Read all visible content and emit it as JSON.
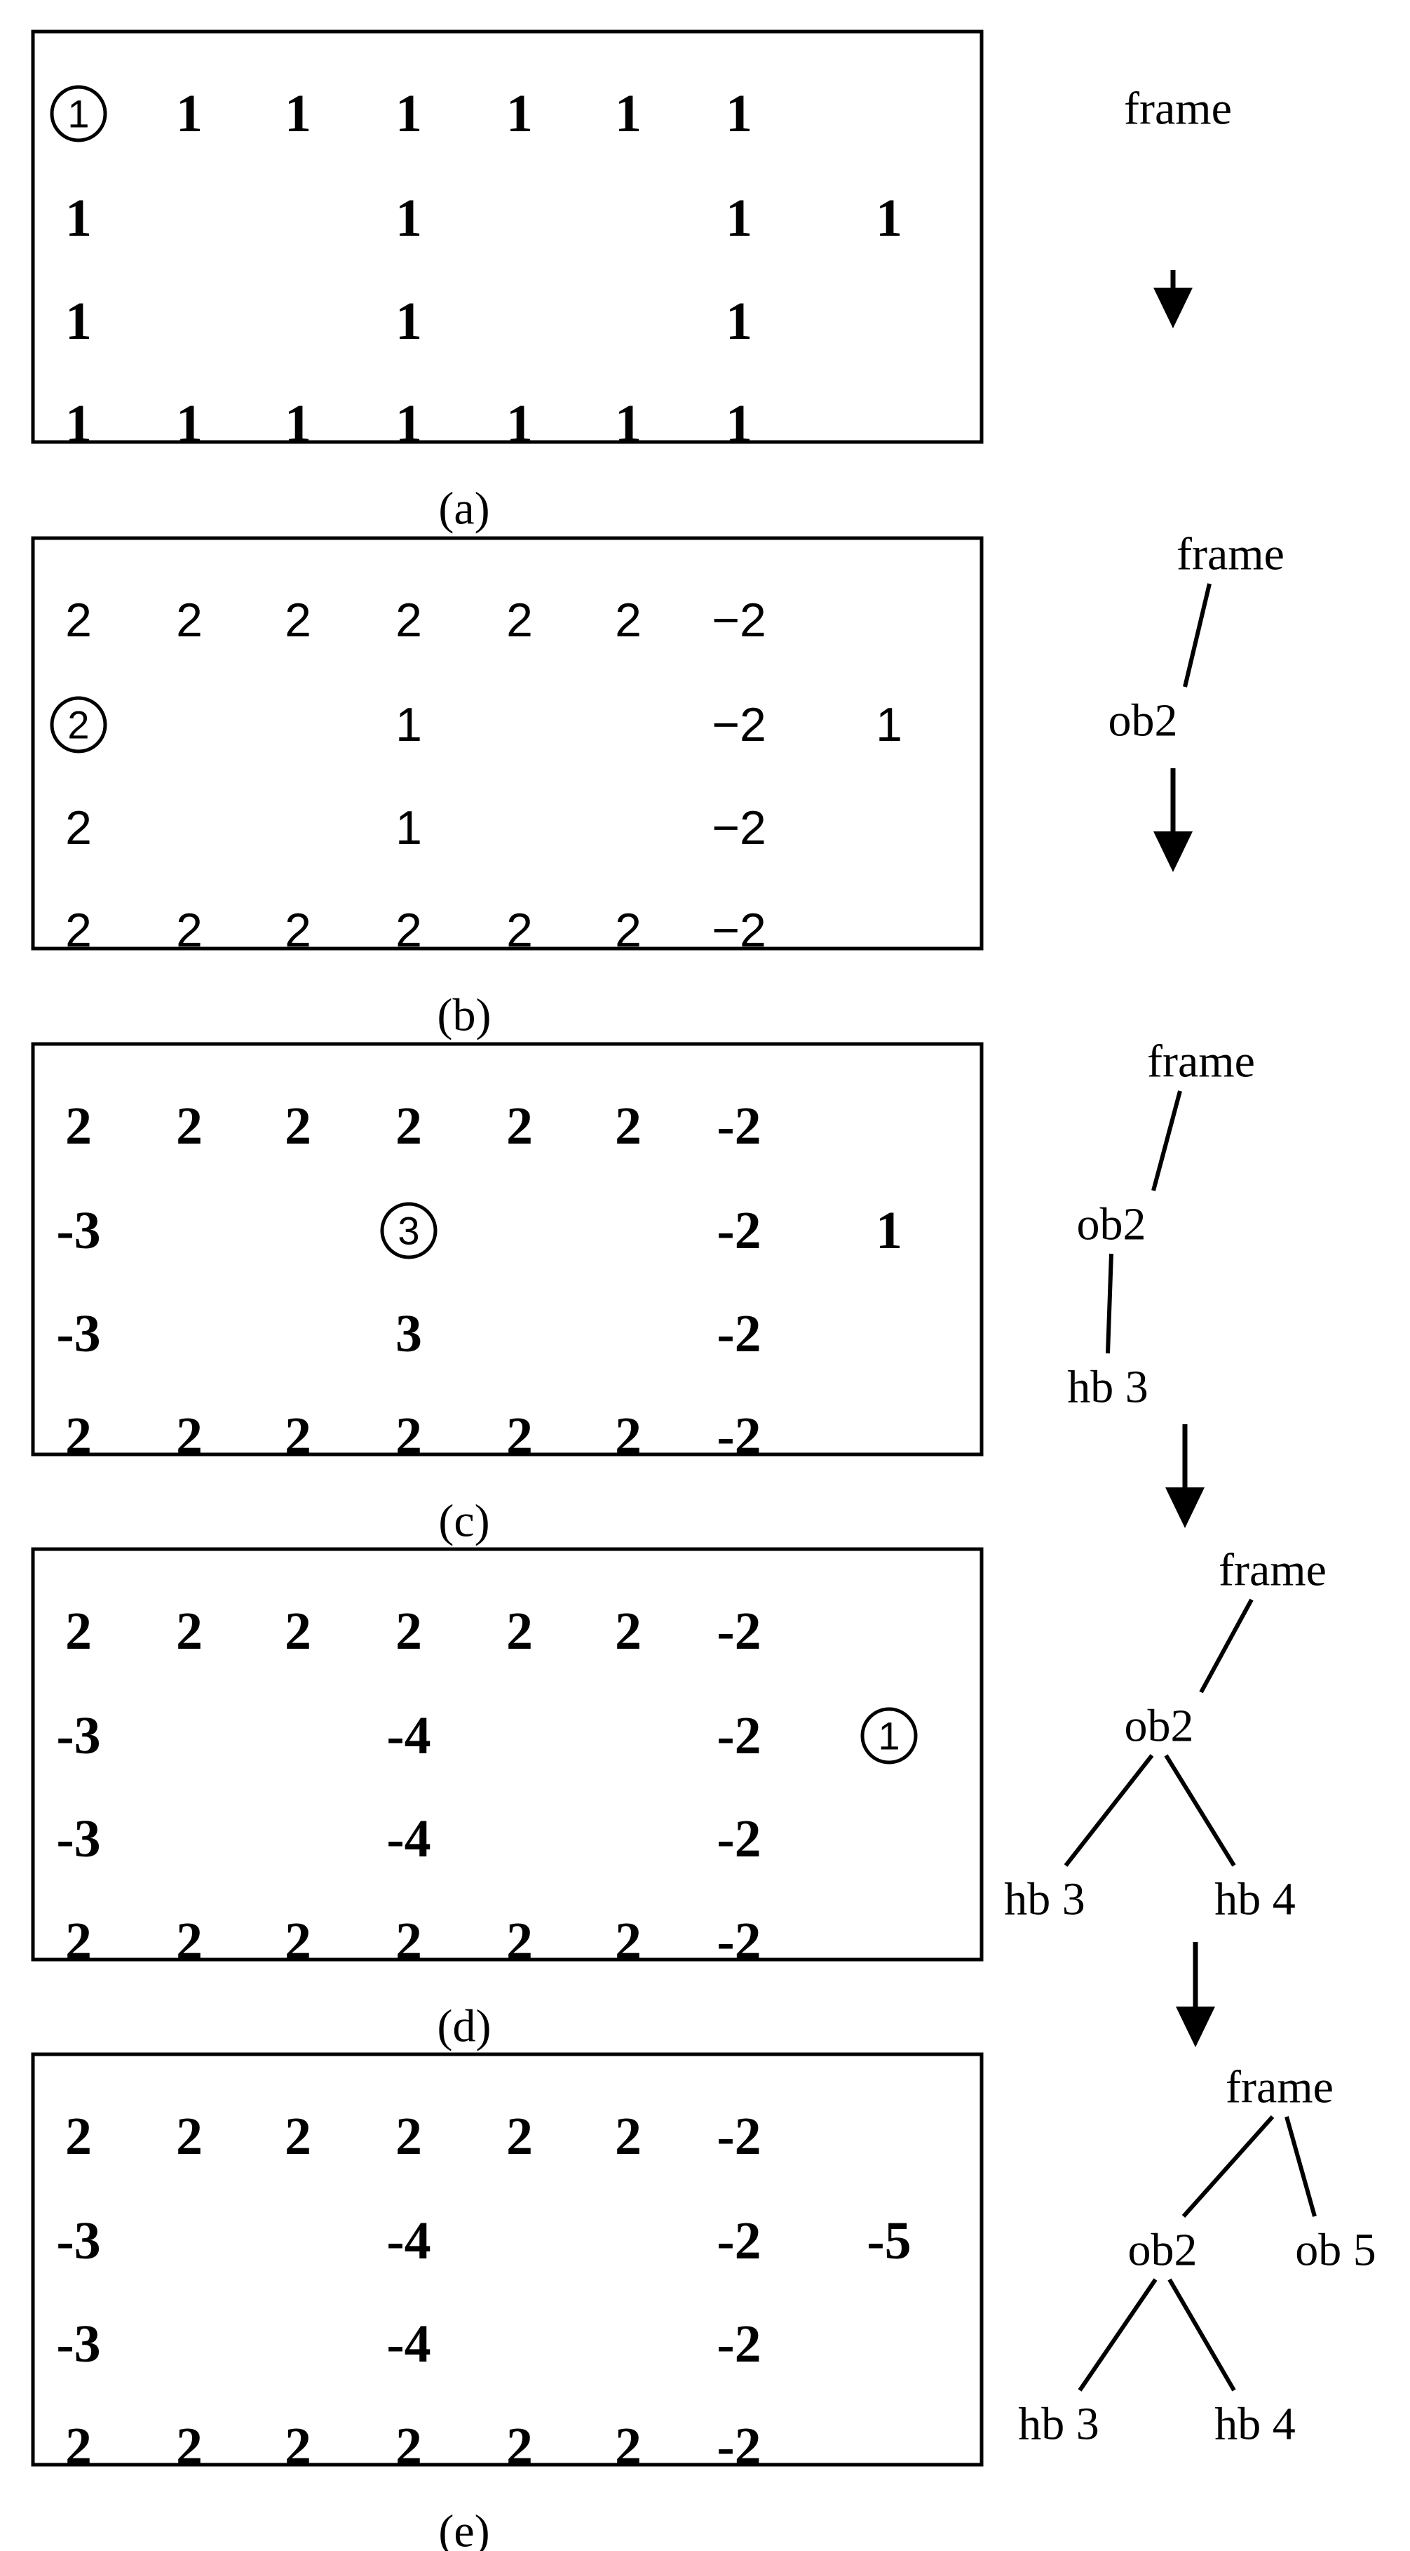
{
  "panels": [
    {
      "label": "(a)",
      "bold": true,
      "cells": [
        [
          {
            "t": "1",
            "circled": true
          },
          "1",
          "1",
          "1",
          "1",
          "1",
          "1",
          ""
        ],
        [
          "1",
          "",
          "",
          "1",
          "",
          "",
          "1",
          "1"
        ],
        [
          "1",
          "",
          "",
          "1",
          "",
          "",
          "1",
          ""
        ],
        [
          "1",
          "1",
          "1",
          "1",
          "1",
          "1",
          "1",
          ""
        ]
      ],
      "tree": {
        "nodes": [
          {
            "id": "frame",
            "label": "frame"
          }
        ],
        "edges": []
      }
    },
    {
      "label": "(b)",
      "bold": false,
      "cells": [
        [
          "2",
          "2",
          "2",
          "2",
          "2",
          "2",
          "−2",
          ""
        ],
        [
          {
            "t": "2",
            "circled": true
          },
          "",
          "",
          "1",
          "",
          "",
          "−2",
          "1"
        ],
        [
          "2",
          "",
          "",
          "1",
          "",
          "",
          "−2",
          ""
        ],
        [
          "2",
          "2",
          "2",
          "2",
          "2",
          "2",
          "−2",
          ""
        ]
      ],
      "tree": {
        "nodes": [
          {
            "id": "frame",
            "label": "frame"
          },
          {
            "id": "ob2",
            "label": "ob2"
          }
        ],
        "edges": [
          [
            "frame",
            "ob2"
          ]
        ]
      }
    },
    {
      "label": "(c)",
      "bold": true,
      "cells": [
        [
          "2",
          "2",
          "2",
          "2",
          "2",
          "2",
          "-2",
          ""
        ],
        [
          "-3",
          "",
          "",
          {
            "t": "3",
            "circled": true
          },
          "",
          "",
          "-2",
          "1"
        ],
        [
          "-3",
          "",
          "",
          "3",
          "",
          "",
          "-2",
          ""
        ],
        [
          "2",
          "2",
          "2",
          "2",
          "2",
          "2",
          "-2",
          ""
        ]
      ],
      "tree": {
        "nodes": [
          {
            "id": "frame",
            "label": "frame"
          },
          {
            "id": "ob2",
            "label": "ob2"
          },
          {
            "id": "hb3",
            "label": "hb 3"
          }
        ],
        "edges": [
          [
            "frame",
            "ob2"
          ],
          [
            "ob2",
            "hb3"
          ]
        ]
      }
    },
    {
      "label": "(d)",
      "bold": true,
      "cells": [
        [
          "2",
          "2",
          "2",
          "2",
          "2",
          "2",
          "-2",
          ""
        ],
        [
          "-3",
          "",
          "",
          "-4",
          "",
          "",
          "-2",
          {
            "t": "1",
            "circled": true
          }
        ],
        [
          "-3",
          "",
          "",
          "-4",
          "",
          "",
          "-2",
          ""
        ],
        [
          "2",
          "2",
          "2",
          "2",
          "2",
          "2",
          "-2",
          ""
        ]
      ],
      "tree": {
        "nodes": [
          {
            "id": "frame",
            "label": "frame"
          },
          {
            "id": "ob2",
            "label": "ob2"
          },
          {
            "id": "hb3",
            "label": "hb 3"
          },
          {
            "id": "hb4",
            "label": "hb 4"
          }
        ],
        "edges": [
          [
            "frame",
            "ob2"
          ],
          [
            "ob2",
            "hb3"
          ],
          [
            "ob2",
            "hb4"
          ]
        ]
      }
    },
    {
      "label": "(e)",
      "bold": true,
      "cells": [
        [
          "2",
          "2",
          "2",
          "2",
          "2",
          "2",
          "-2",
          ""
        ],
        [
          "-3",
          "",
          "",
          "-4",
          "",
          "",
          "-2",
          "-5"
        ],
        [
          "-3",
          "",
          "",
          "-4",
          "",
          "",
          "-2",
          ""
        ],
        [
          "2",
          "2",
          "2",
          "2",
          "2",
          "2",
          "-2",
          ""
        ]
      ],
      "tree": {
        "nodes": [
          {
            "id": "frame",
            "label": "frame"
          },
          {
            "id": "ob2",
            "label": "ob2"
          },
          {
            "id": "ob5",
            "label": "ob 5"
          },
          {
            "id": "hb3",
            "label": "hb 3"
          },
          {
            "id": "hb4",
            "label": "hb 4"
          }
        ],
        "edges": [
          [
            "frame",
            "ob2"
          ],
          [
            "frame",
            "ob5"
          ],
          [
            "ob2",
            "hb3"
          ],
          [
            "ob2",
            "hb4"
          ]
        ]
      }
    }
  ]
}
